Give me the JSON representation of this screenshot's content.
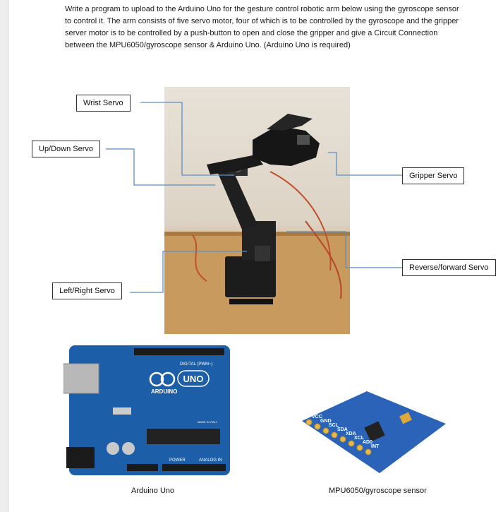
{
  "question": {
    "text": "Write a program to upload to the Arduino Uno for the gesture control robotic arm below using the gyroscope sensor to control it.  The arm consists of five servo motor, four of which is to be controlled by the gyroscope and the gripper server motor is to be controlled by a push-button to open and close the gripper and give a Circuit Connection between the MPU6050/gyroscope sensor & Arduino Uno. (Arduino Uno is required)"
  },
  "callouts": {
    "wrist": "Wrist Servo",
    "updown": "Up/Down Servo",
    "gripper": "Gripper Servo",
    "reverse": "Reverse/forward Servo",
    "leftright": "Left/Right Servo"
  },
  "board": {
    "brand": "ARDUINO",
    "model": "UNO",
    "digital_label": "DIGITAL (PWM~)",
    "power_label": "POWER",
    "analog_label": "ANALOG IN",
    "made_in": "MADE IN ITALY"
  },
  "sensor": {
    "pins": [
      "VCC",
      "GND",
      "SCL",
      "SDA",
      "XDA",
      "XCL",
      "AD0",
      "INT"
    ]
  },
  "captions": {
    "arduino": "Arduino Uno",
    "sensor": "MPU6050/gyroscope sensor"
  },
  "colors": {
    "leader_line": "#5b8fc7",
    "board_blue": "#1c5fa8",
    "sensor_blue": "#2a63b8"
  }
}
